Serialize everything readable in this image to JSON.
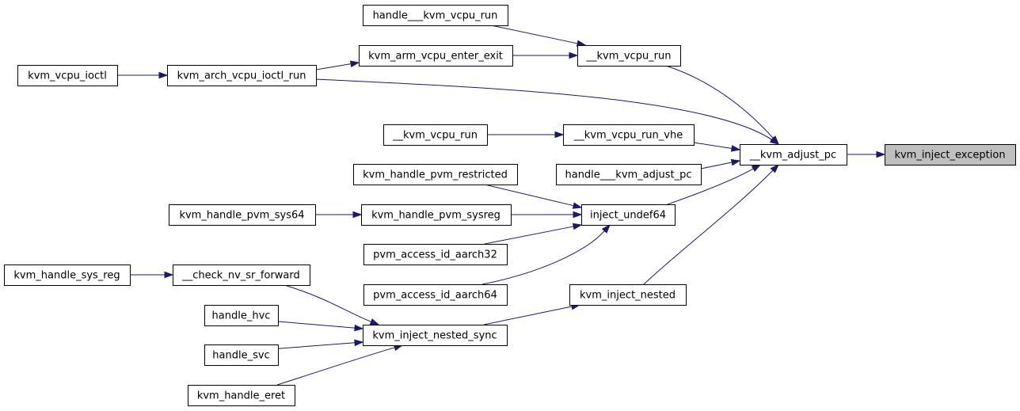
{
  "colors": {
    "edge": "#191970",
    "node_border": "#000000",
    "focus_fill": "#bfbfbf",
    "background": "#ffffff"
  },
  "nodes": [
    {
      "id": "kvm_inject_exception",
      "label": "kvm_inject_exception",
      "focus": true
    },
    {
      "id": "kvm_adjust_pc",
      "label": "__kvm_adjust_pc"
    },
    {
      "id": "kvm_vcpu_run",
      "label": "__kvm_vcpu_run"
    },
    {
      "id": "handle_kvm_vcpu_run",
      "label": "handle___kvm_vcpu_run"
    },
    {
      "id": "kvm_arm_vcpu_enter_exit",
      "label": "kvm_arm_vcpu_enter_exit"
    },
    {
      "id": "kvm_arch_vcpu_ioctl_run",
      "label": "kvm_arch_vcpu_ioctl_run"
    },
    {
      "id": "kvm_vcpu_ioctl",
      "label": "kvm_vcpu_ioctl"
    },
    {
      "id": "kvm_vcpu_run_2",
      "label": "__kvm_vcpu_run"
    },
    {
      "id": "kvm_vcpu_run_vhe",
      "label": "__kvm_vcpu_run_vhe"
    },
    {
      "id": "handle_kvm_adjust_pc",
      "label": "handle___kvm_adjust_pc"
    },
    {
      "id": "kvm_handle_pvm_restricted",
      "label": "kvm_handle_pvm_restricted"
    },
    {
      "id": "inject_undef64",
      "label": "inject_undef64"
    },
    {
      "id": "kvm_handle_pvm_sys64",
      "label": "kvm_handle_pvm_sys64"
    },
    {
      "id": "kvm_handle_pvm_sysreg",
      "label": "kvm_handle_pvm_sysreg"
    },
    {
      "id": "pvm_access_id_aarch32",
      "label": "pvm_access_id_aarch32"
    },
    {
      "id": "pvm_access_id_aarch64",
      "label": "pvm_access_id_aarch64"
    },
    {
      "id": "kvm_handle_sys_reg",
      "label": "kvm_handle_sys_reg"
    },
    {
      "id": "check_nv_sr_forward",
      "label": "__check_nv_sr_forward"
    },
    {
      "id": "kvm_inject_nested",
      "label": "kvm_inject_nested"
    },
    {
      "id": "handle_hvc",
      "label": "handle_hvc"
    },
    {
      "id": "kvm_inject_nested_sync",
      "label": "kvm_inject_nested_sync"
    },
    {
      "id": "handle_svc",
      "label": "handle_svc"
    },
    {
      "id": "kvm_handle_eret",
      "label": "kvm_handle_eret"
    }
  ],
  "edges": [
    {
      "from": "kvm_adjust_pc",
      "to": "kvm_inject_exception"
    },
    {
      "from": "kvm_vcpu_run",
      "to": "kvm_adjust_pc"
    },
    {
      "from": "kvm_arch_vcpu_ioctl_run",
      "to": "kvm_adjust_pc"
    },
    {
      "from": "kvm_vcpu_run_vhe",
      "to": "kvm_adjust_pc"
    },
    {
      "from": "handle_kvm_adjust_pc",
      "to": "kvm_adjust_pc"
    },
    {
      "from": "inject_undef64",
      "to": "kvm_adjust_pc"
    },
    {
      "from": "kvm_inject_nested",
      "to": "kvm_adjust_pc"
    },
    {
      "from": "handle_kvm_vcpu_run",
      "to": "kvm_vcpu_run"
    },
    {
      "from": "kvm_arm_vcpu_enter_exit",
      "to": "kvm_vcpu_run"
    },
    {
      "from": "kvm_arch_vcpu_ioctl_run",
      "to": "kvm_arm_vcpu_enter_exit"
    },
    {
      "from": "kvm_vcpu_ioctl",
      "to": "kvm_arch_vcpu_ioctl_run"
    },
    {
      "from": "kvm_vcpu_run_2",
      "to": "kvm_vcpu_run_vhe"
    },
    {
      "from": "kvm_handle_pvm_restricted",
      "to": "inject_undef64"
    },
    {
      "from": "kvm_handle_pvm_sysreg",
      "to": "inject_undef64"
    },
    {
      "from": "pvm_access_id_aarch32",
      "to": "inject_undef64"
    },
    {
      "from": "pvm_access_id_aarch64",
      "to": "inject_undef64"
    },
    {
      "from": "kvm_handle_pvm_sys64",
      "to": "kvm_handle_pvm_sysreg"
    },
    {
      "from": "kvm_inject_nested_sync",
      "to": "kvm_inject_nested"
    },
    {
      "from": "kvm_handle_sys_reg",
      "to": "check_nv_sr_forward"
    },
    {
      "from": "check_nv_sr_forward",
      "to": "kvm_inject_nested_sync"
    },
    {
      "from": "handle_hvc",
      "to": "kvm_inject_nested_sync"
    },
    {
      "from": "handle_svc",
      "to": "kvm_inject_nested_sync"
    },
    {
      "from": "kvm_handle_eret",
      "to": "kvm_inject_nested_sync"
    }
  ]
}
